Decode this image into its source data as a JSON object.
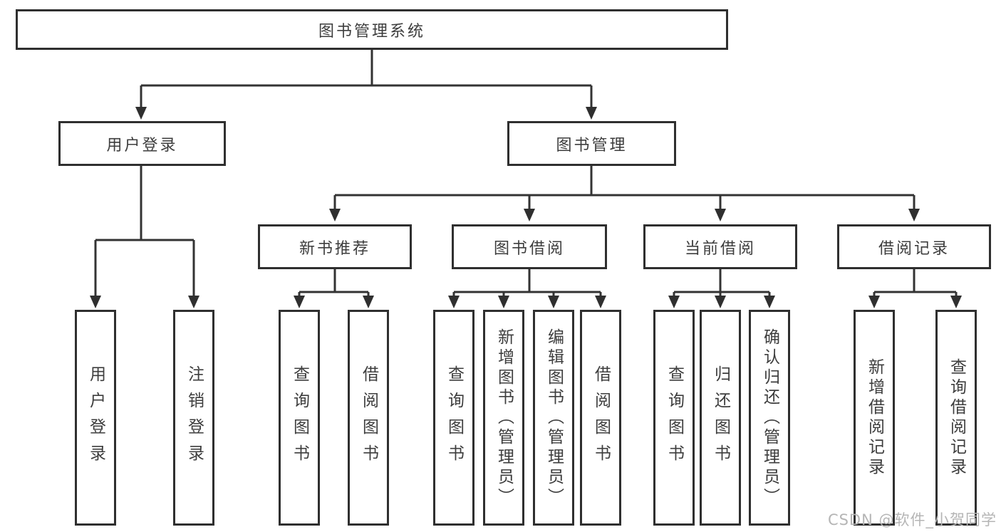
{
  "diagram": {
    "type": "tree",
    "root": {
      "label": "图书管理系统"
    },
    "children": [
      {
        "label": "用户登录",
        "children": [
          {
            "label": "用户登录"
          },
          {
            "label": "注销登录"
          }
        ]
      },
      {
        "label": "图书管理",
        "children": [
          {
            "label": "新书推荐",
            "children": [
              {
                "label": "查询图书"
              },
              {
                "label": "借阅图书"
              }
            ]
          },
          {
            "label": "图书借阅",
            "children": [
              {
                "label": "查询图书"
              },
              {
                "label": "新增图书（管理员）"
              },
              {
                "label": "编辑图书（管理员）"
              },
              {
                "label": "借阅图书"
              }
            ]
          },
          {
            "label": "当前借阅",
            "children": [
              {
                "label": "查询图书"
              },
              {
                "label": "归还图书"
              },
              {
                "label": "确认归还（管理员）"
              }
            ]
          },
          {
            "label": "借阅记录",
            "children": [
              {
                "label": "新增借阅记录"
              },
              {
                "label": "查询借阅记录"
              }
            ]
          }
        ]
      }
    ]
  },
  "watermark": "CSDN @软件_小贺同学",
  "colors": {
    "box_border": "#2f2f2f",
    "connector_line": "#333333",
    "box_background": "#ffffff",
    "text": "#3d3d3d",
    "watermark_text": "#b5b5b5"
  }
}
